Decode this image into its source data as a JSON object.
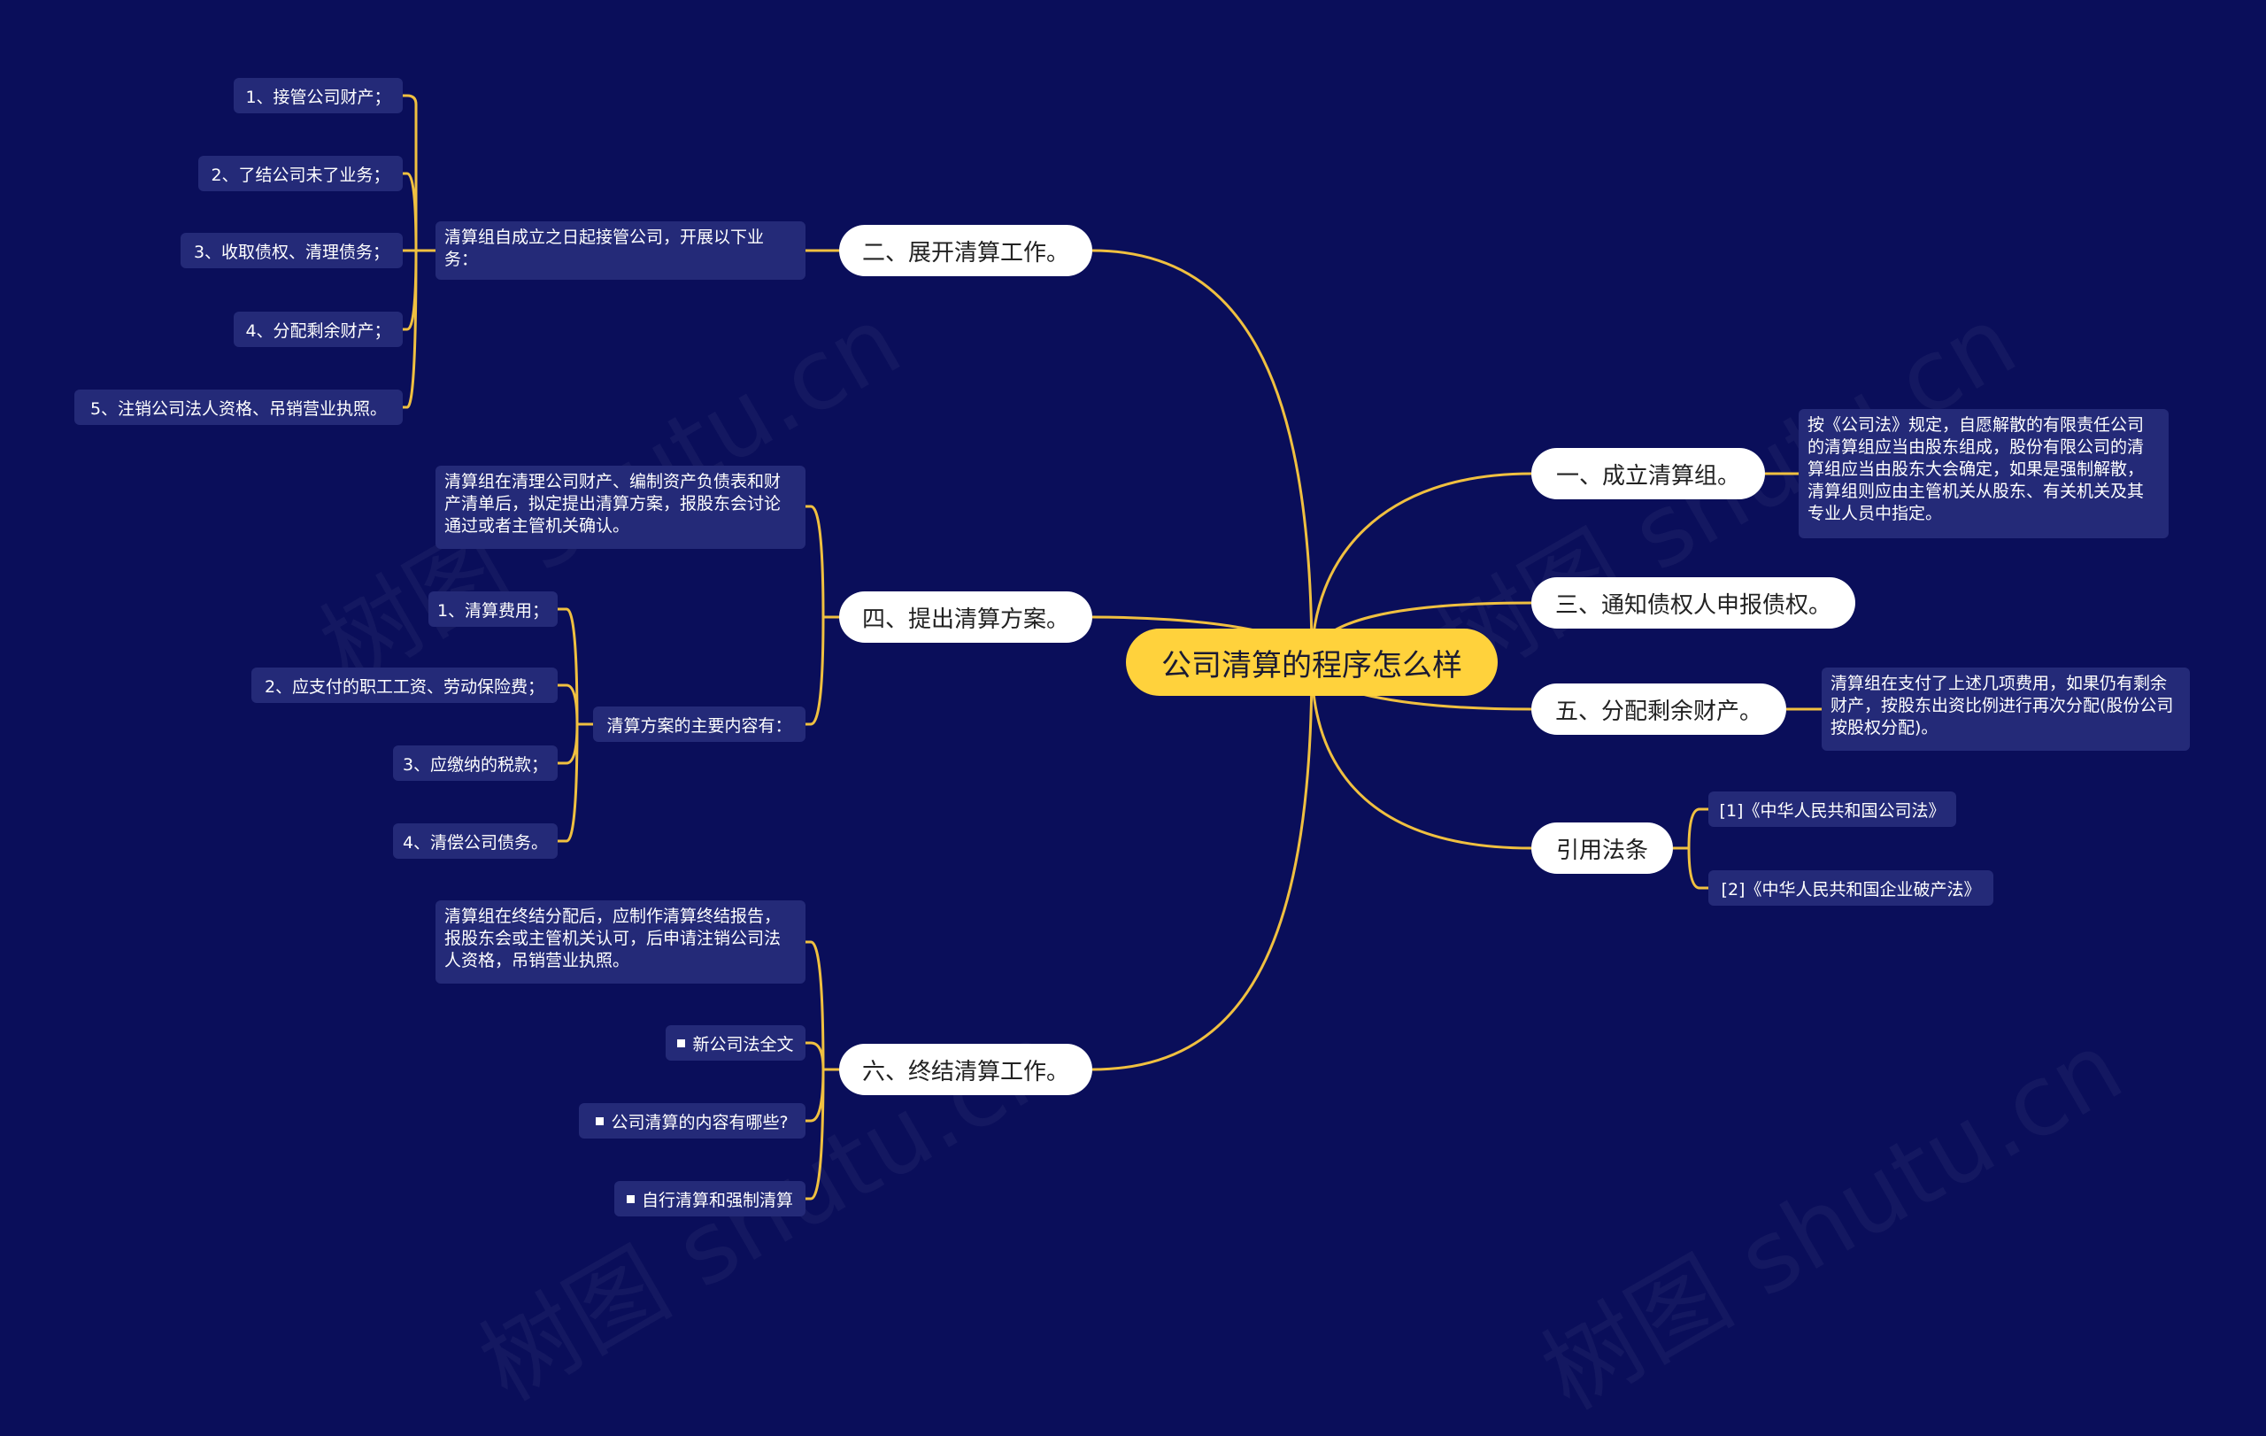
{
  "watermark": "树图 shutu.cn",
  "root": {
    "label": "公司清算的程序怎么样"
  },
  "branches": {
    "b1": {
      "label": "一、成立清算组。",
      "detail": "按《公司法》规定，自愿解散的有限责任公司的清算组应当由股东组成，股份有限公司的清算组应当由股东大会确定，如果是强制解散，清算组则应由主管机关从股东、有关机关及其专业人员中指定。"
    },
    "b2": {
      "label": "二、展开清算工作。",
      "intro": "清算组自成立之日起接管公司，开展以下业务：",
      "items": [
        "1、接管公司财产；",
        "2、了结公司未了业务；",
        "3、收取债权、清理债务；",
        "4、分配剩余财产；",
        "5、注销公司法人资格、吊销营业执照。"
      ]
    },
    "b3": {
      "label": "三、通知债权人申报债权。"
    },
    "b4": {
      "label": "四、提出清算方案。",
      "detail": "清算组在清理公司财产、编制资产负债表和财产清单后，拟定提出清算方案，报股东会讨论通过或者主管机关确认。",
      "content_label": "清算方案的主要内容有：",
      "items": [
        "1、清算费用；",
        "2、应支付的职工工资、劳动保险费；",
        "3、应缴纳的税款；",
        "4、清偿公司债务。"
      ]
    },
    "b5": {
      "label": "五、分配剩余财产。",
      "detail": "清算组在支付了上述几项费用，如果仍有剩余财产，按股东出资比例进行再次分配(股份公司按股权分配)。"
    },
    "b6": {
      "label": "六、终结清算工作。",
      "detail": "清算组在终结分配后，应制作清算终结报告，报股东会或主管机关认可，后申请注销公司法人资格，吊销营业执照。",
      "links": [
        "新公司法全文",
        "公司清算的内容有哪些?",
        "自行清算和强制清算"
      ]
    },
    "b7": {
      "label": "引用法条",
      "refs": [
        "[1]《中华人民共和国公司法》",
        "[2]《中华人民共和国企业破产法》"
      ]
    }
  },
  "colors": {
    "background": "#0a0e5a",
    "root": "#ffd23c",
    "connector": "#f0c040",
    "node": "#ffffff",
    "box": "#242a78"
  }
}
